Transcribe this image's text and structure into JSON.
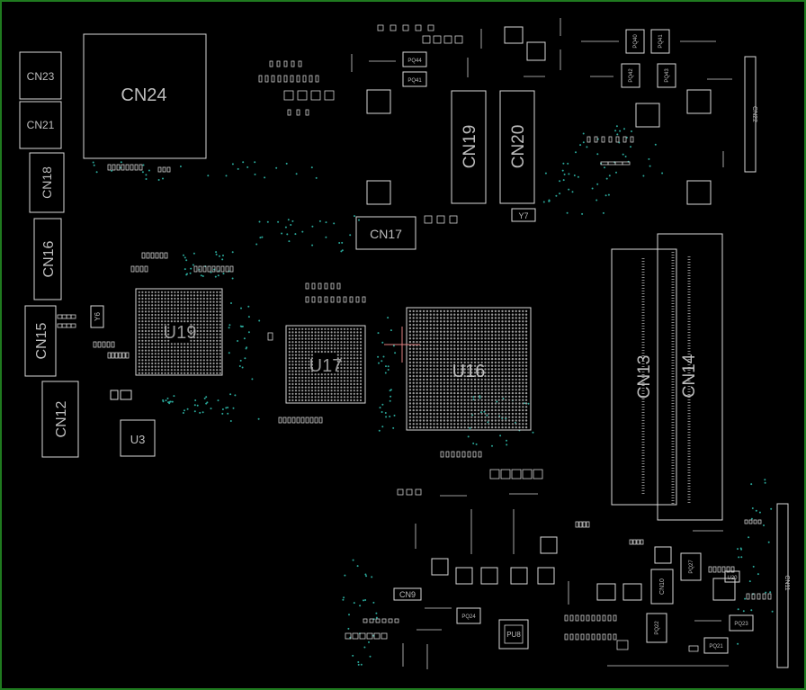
{
  "colors": {
    "background": "#000000",
    "board_edge": "#1f7a1f",
    "silkscreen": "#d8d8d8",
    "label": "#bdbdbd",
    "via": "#2aa89a",
    "cursor": "#e08080"
  },
  "labels": {
    "cn24": "CN24",
    "cn23": "CN23",
    "cn21": "CN21",
    "cn18": "CN18",
    "cn16": "CN16",
    "cn15": "CN15",
    "cn12": "CN12",
    "cn17": "CN17",
    "cn19": "CN19",
    "cn20": "CN20",
    "cn13": "CN13",
    "cn14": "CN14",
    "cn22": "CN22",
    "cn11": "CN11",
    "cn9": "CN9",
    "cn10": "CN10",
    "u19": "U19",
    "u17": "U17",
    "u16": "U16",
    "u3": "U3",
    "u20": "U20",
    "y6": "Y6",
    "y7": "Y7",
    "pq44": "PQ44",
    "pq41": "PQ41",
    "pq40": "PQ40",
    "pq42": "PQ42",
    "pq43": "PQ43",
    "pq27": "PQ27",
    "pq24": "PQ24",
    "pq22": "PQ22",
    "pq23": "PQ23",
    "pq21": "PQ21",
    "pu8": "PU8"
  }
}
